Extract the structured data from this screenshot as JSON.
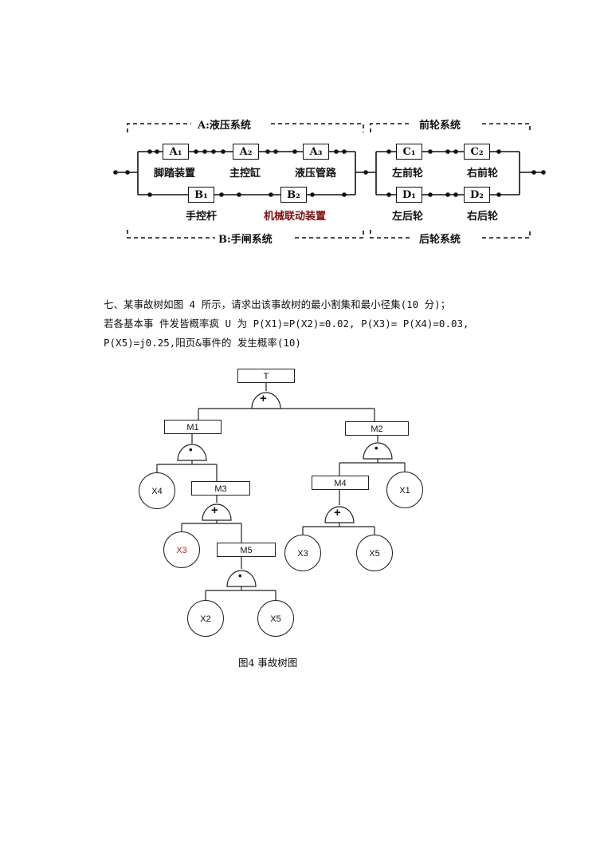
{
  "rbd": {
    "group_a_label": "A:液压系统",
    "group_b_label": "B:手闸系统",
    "front_label": "前轮系统",
    "rear_label": "后轮系统",
    "boxes": {
      "a1": "A₁",
      "a2": "A₂",
      "a3": "A₃",
      "b1": "B₁",
      "b2": "B₂",
      "c1": "C₁",
      "c2": "C₂",
      "d1": "D₁",
      "d2": "D₂"
    },
    "labels": {
      "a1": "脚踏装置",
      "a2": "主控缸",
      "a3": "液压管路",
      "b1": "手控杆",
      "b2": "机械联动装置",
      "c1": "左前轮",
      "c2": "右前轮",
      "d1": "左后轮",
      "d2": "右后轮"
    },
    "accent_color": "#7a1010"
  },
  "question": {
    "line1": "七、某事故树如图 4 所示，请求出该事故树的最小割集和最小径集(10 分)；",
    "line2": "若各基本事  件发皆概率疯 U 为 P(X1)=P(X2)=0.02, P(X3)= P(X4)=0.03,",
    "line3": "P(X5)=j0.25,阳页&事件的  发生概率(10)"
  },
  "fault_tree": {
    "top": "T",
    "m1": "M1",
    "m2": "M2",
    "m3": "M3",
    "m4": "M4",
    "m5": "M5",
    "or_symbol": "+",
    "and_symbol": "•",
    "x4": "X4",
    "x1": "X1",
    "x3_left": "X3",
    "x3_right": "X3",
    "x5_right": "X5",
    "x2": "X2",
    "x5_bottom": "X5",
    "highlight_color": "#b0281a"
  },
  "caption": "图4  事故树图"
}
